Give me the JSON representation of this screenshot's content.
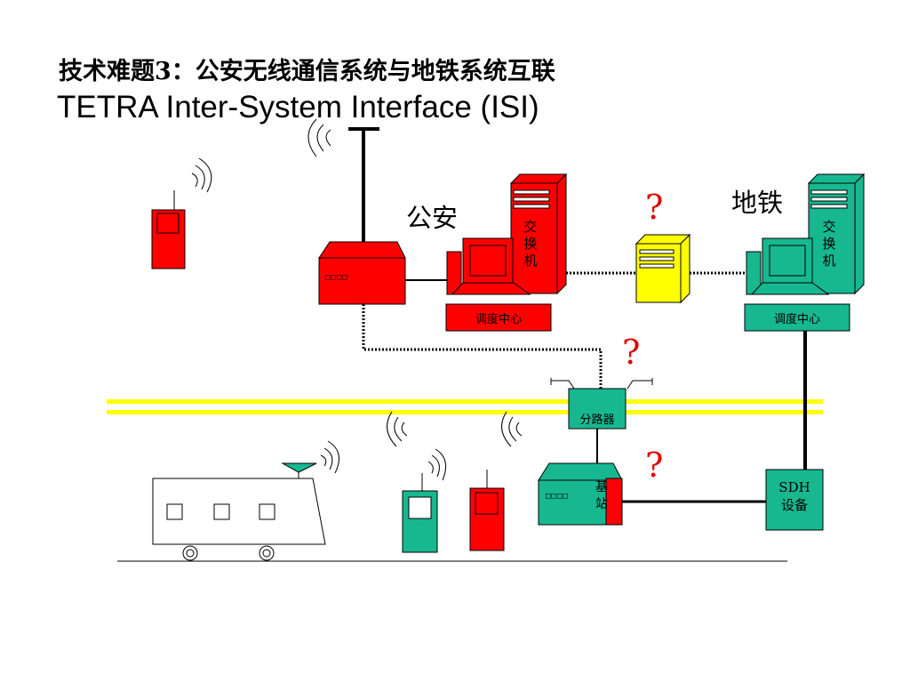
{
  "title": {
    "cn": "技术难题3：公安无线通信系统与地铁系统互联",
    "en": "TETRA Inter-System Interface (ISI)"
  },
  "labels": {
    "police": "公安",
    "metro": "地铁",
    "police_switch": "交换机",
    "metro_switch": "交换机",
    "police_dispatch": "调度中心",
    "metro_dispatch": "调度中心",
    "splitter": "分路器",
    "base_station": "基站",
    "sdh_line1": "SDH",
    "sdh_line2": "设备",
    "question": "?",
    "device_digits": "□□□□"
  },
  "colors": {
    "police_red": "#ff0000",
    "metro_teal": "#17b890",
    "gateway_yellow": "#ffff00",
    "track_yellow": "#ffff00",
    "question_red": "#e00000"
  },
  "icons": [
    "antenna-signal-icon",
    "server-tower-icon",
    "monitor-icon",
    "handheld-radio-icon",
    "train-icon",
    "wheel-icon"
  ]
}
